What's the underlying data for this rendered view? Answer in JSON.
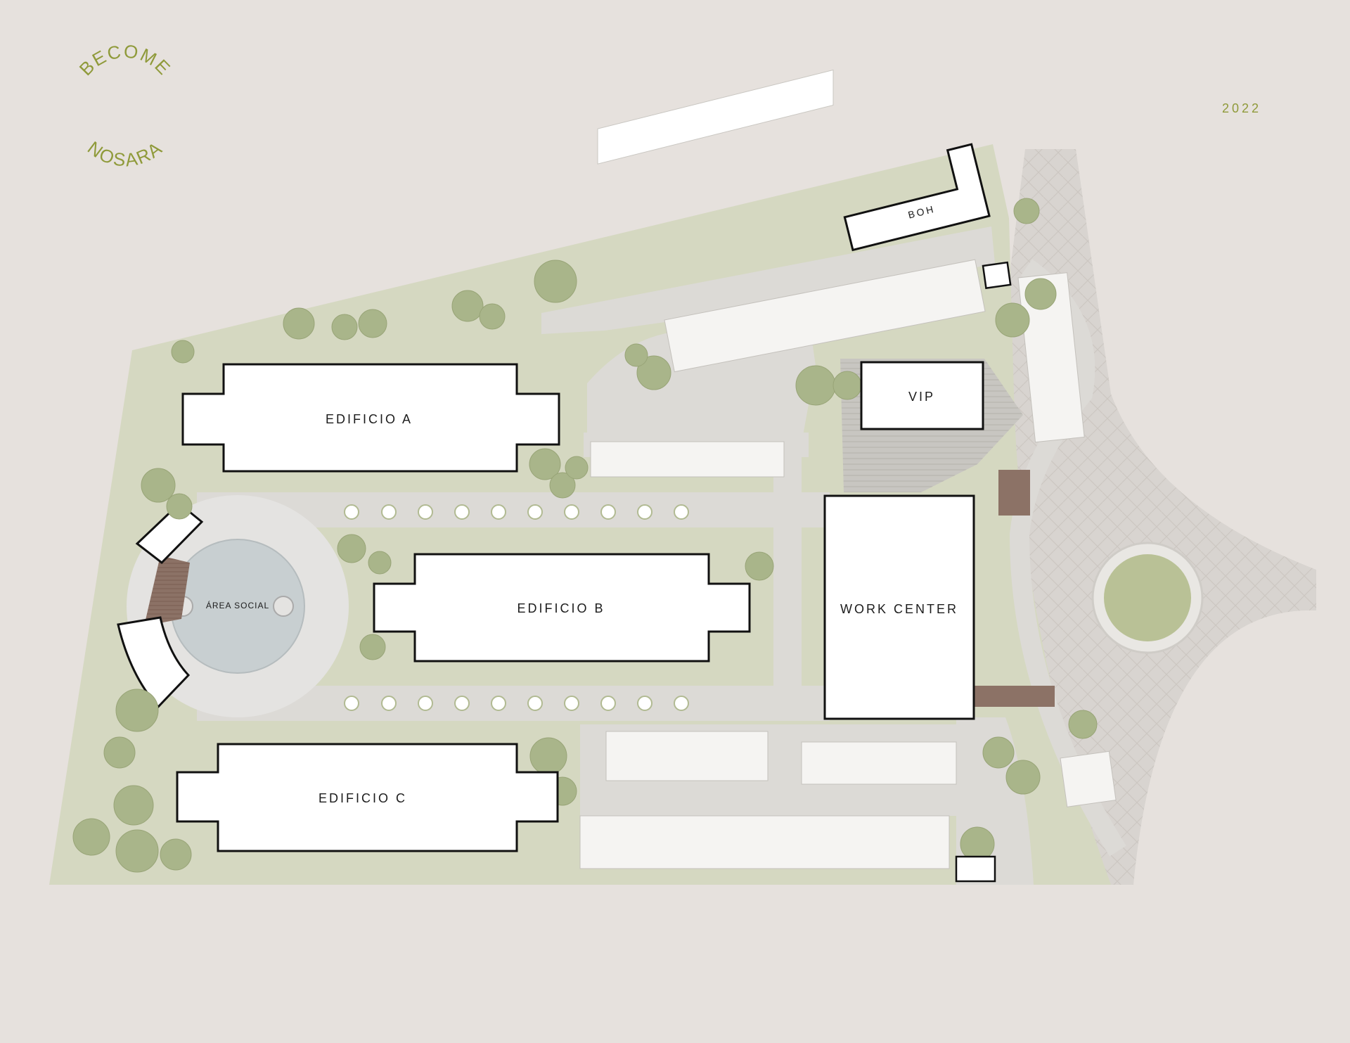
{
  "logo": {
    "line_top": "BECOME",
    "line_bottom": "NOSARA"
  },
  "year": "2022",
  "colors": {
    "background": "#e6e1dd",
    "lawn": "#d5d8c1",
    "tree": "#a9b58a",
    "paving": "#dcdad6",
    "cobble": "#d8d4d0",
    "water": "#c8cfd1",
    "building": "#ffffff",
    "accent": "#8f9a3a"
  },
  "buildings": {
    "edificio_a": "EDIFICIO A",
    "edificio_b": "EDIFICIO B",
    "edificio_c": "EDIFICIO C",
    "work_center": "WORK CENTER",
    "vip": "VIP",
    "boh": "BOH",
    "area_social": "ÁREA SOCIAL"
  }
}
